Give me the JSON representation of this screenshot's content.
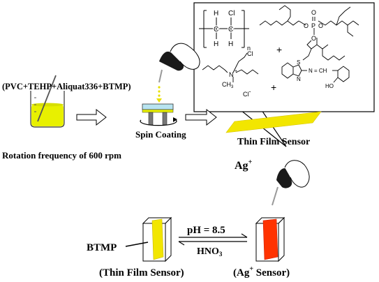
{
  "labels": {
    "mixture": "(PVC+TEHP+Aliquat336+BTMP)",
    "spin_coating": "Spin Coating",
    "rotation": "Rotation frequency of 600 rpm",
    "thin_film_sensor": "Thin Film Sensor",
    "ag_ion": "Ag",
    "ag_charge": "+",
    "btmp": "BTMP",
    "ph": "pH = 8.5",
    "hno3_base": "HNO",
    "hno3_sub": "3",
    "film_caption": "(Thin Film Sensor)",
    "ag_sensor_open": "(Ag",
    "ag_sensor_charge": "+",
    "ag_sensor_close": " Sensor)"
  },
  "structures": {
    "pvc_h1": "H",
    "pvc_cl": "Cl",
    "pvc_c1": "C",
    "pvc_c2": "C",
    "pvc_h2": "H",
    "pvc_h3": "H",
    "pvc_n": "n",
    "tehp_o1": "O",
    "tehp_o2": "O",
    "tehp_o3": "O",
    "tehp_p": "P",
    "tehp_o4": "O",
    "plus1": "+",
    "plus2": "+",
    "aliquat_cl_top": "Cl",
    "aliquat_n": "N",
    "aliquat_charge": "+",
    "aliquat_ch3": "CH",
    "aliquat_ch3_sub": "3",
    "aliquat_cl": "Cl",
    "aliquat_cl_charge": "-",
    "btmp_s": "S",
    "btmp_n": "N",
    "btmp_link": "N = CH",
    "btmp_ho": "HO"
  },
  "colors": {
    "yellow_solution": "#e8f000",
    "film_yellow": "#f2e600",
    "sensor_red": "#ff3300",
    "rotation_box": "#b8e4f0"
  }
}
